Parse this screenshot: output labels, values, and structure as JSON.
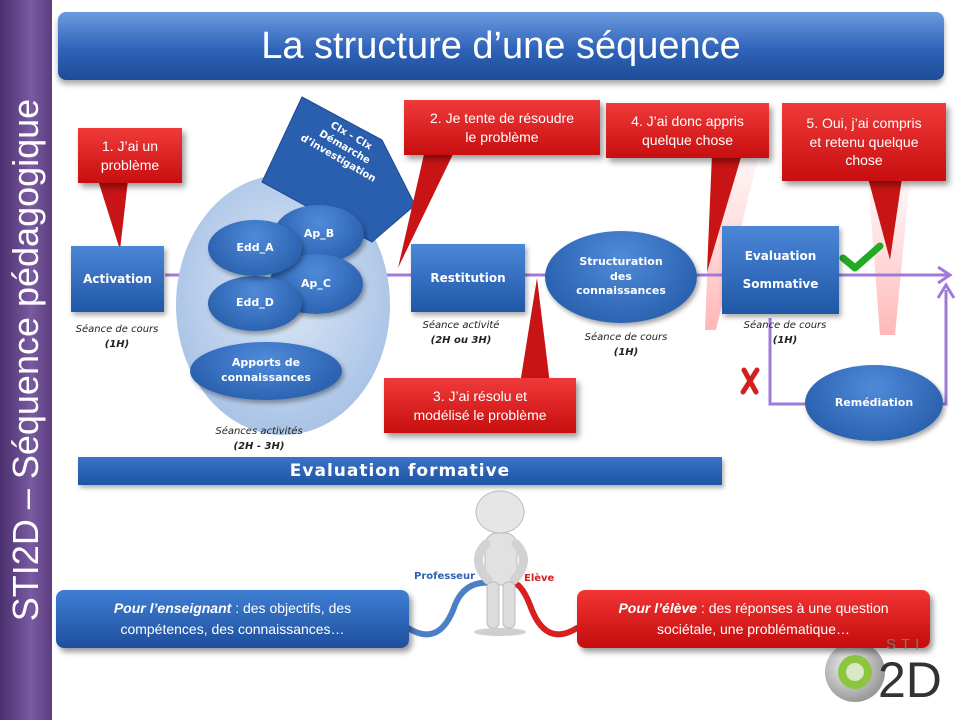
{
  "side_label": "STI2D – Séquence pédagogique",
  "title": "La structure d’une séquence",
  "steps": {
    "activation": "Activation",
    "restitution": "Restitution",
    "structuration": [
      "Structuration",
      "des",
      "connaissances"
    ],
    "evaluation": [
      "Evaluation",
      "Sommative"
    ],
    "remediation": "Remédiation",
    "edd_a": "Edd_A",
    "edd_d": "Edd_D",
    "ap_b": "Ap_B",
    "ap_c": "Ap_C",
    "apports": [
      "Apports de",
      "connaissances"
    ],
    "demarche": [
      "CIx - CIx",
      "Démarche",
      "d’investigation"
    ]
  },
  "callouts": {
    "c1": [
      "1. J’ai un",
      "problème"
    ],
    "c2": [
      "2. Je tente de résoudre",
      "le problème"
    ],
    "c3": [
      "3. J’ai résolu  et",
      "modélisé le problème"
    ],
    "c4": [
      "4. J’ai donc appris",
      "quelque chose"
    ],
    "c5": [
      "5. Oui, j’ai compris",
      "et retenu quelque",
      "chose"
    ]
  },
  "seances": {
    "s1": [
      "Séance  de  cours",
      "(1H)"
    ],
    "s2": [
      "Séances activités",
      "(2H - 3H)"
    ],
    "s3": [
      "Séance activité",
      "(2H ou 3H)"
    ],
    "s4": [
      "Séance  de  cours",
      "(1H)"
    ],
    "s5": [
      "Séance  de  cours",
      "(1H)"
    ]
  },
  "evaluation_formative": "Evaluation formative",
  "labels": {
    "professeur": "Professeur",
    "eleve": "Elève"
  },
  "bottom": {
    "enseignant_lead": "Pour l’enseignant",
    "enseignant_line1": " : des objectifs, des",
    "enseignant_line2": "compétences, des connaissances…",
    "eleve_lead": "Pour l’élève",
    "eleve_line1": " : des réponses à une question",
    "eleve_line2": "sociétale, une problématique…"
  },
  "logo": {
    "top": "STI",
    "main": "2D"
  },
  "colors": {
    "timeline": "#a07ad8",
    "callout_red": "#d81818",
    "box_blue": "#2b62b2",
    "check_green": "#22aa22",
    "cross_red": "#d02020"
  }
}
